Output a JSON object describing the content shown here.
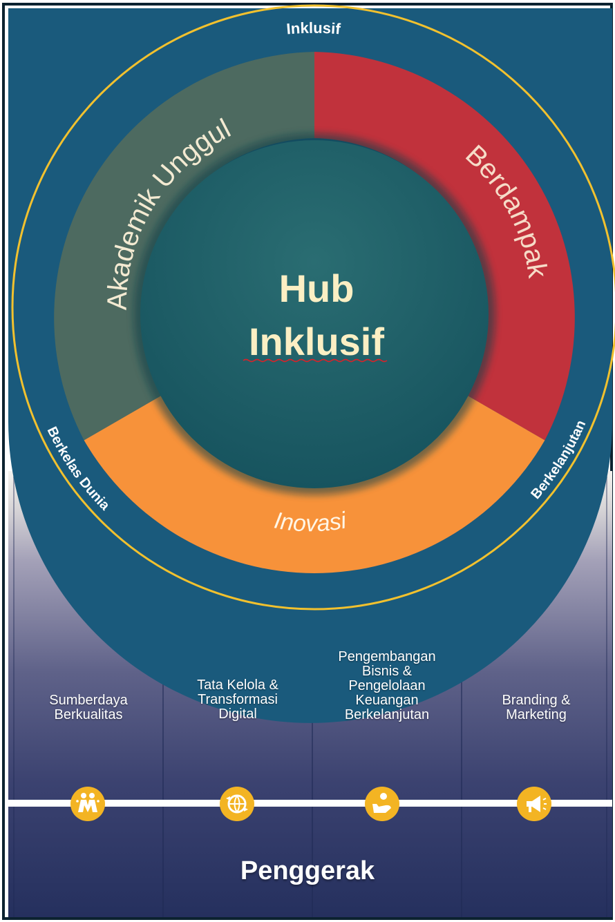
{
  "diagram": {
    "center": {
      "line1": "Hub",
      "line2": "Inklusif"
    },
    "ring_segments": [
      {
        "label": "Akademik Unggul",
        "color": "#4d6a60"
      },
      {
        "label": "Berdampak",
        "color": "#c1323c"
      },
      {
        "label": "Inovasi",
        "color": "#f7923a"
      }
    ],
    "outer_labels": {
      "top": "Inklusif",
      "left": "Berkelas Dunia",
      "right": "Berkelanjutan"
    },
    "pillars": [
      {
        "label": "Sumberdaya\nBerkualitas",
        "icon": "people-icon"
      },
      {
        "label": "Tata Kelola &\nTransformasi\nDigital",
        "icon": "globe-arrows-icon"
      },
      {
        "label": "Pengembangan\nBisnis &\nPengelolaan\nKeuangan\nBerkelanjutan",
        "icon": "hand-coin-icon"
      },
      {
        "label": "Branding &\nMarketing",
        "icon": "megaphone-icon"
      }
    ],
    "footer": "Penggerak",
    "colors": {
      "outer_band": "#1a5a7c",
      "gold_ring": "#f2c12e",
      "hub_fill": "#1f5f6a",
      "hub_text": "#fbefc4",
      "icon_badge": "#f3b423",
      "column_bottom": "#25305e"
    }
  }
}
